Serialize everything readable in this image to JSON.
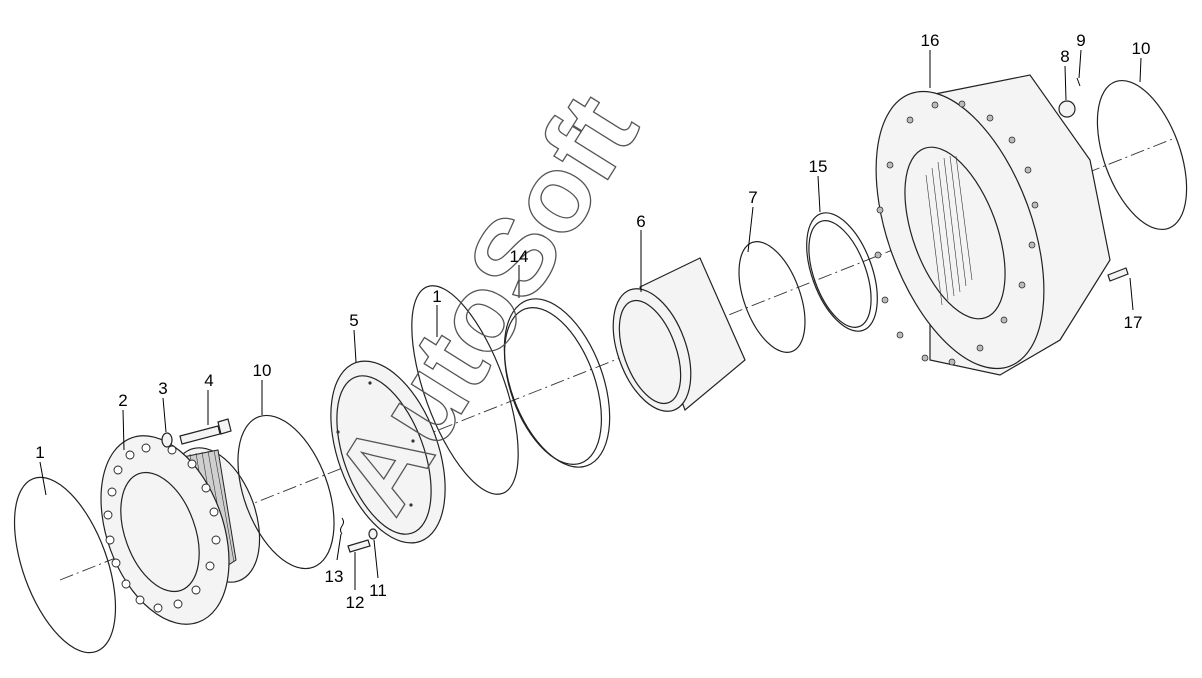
{
  "watermark": {
    "text": "AutoSoft"
  },
  "callouts": {
    "c1a": "1",
    "c2": "2",
    "c3": "3",
    "c4": "4",
    "c10a": "10",
    "c5": "5",
    "c13": "13",
    "c12": "12",
    "c11": "11",
    "c1b": "1",
    "c14": "14",
    "c6": "6",
    "c7": "7",
    "c15": "15",
    "c16": "16",
    "c8": "8",
    "c9": "9",
    "c10b": "10",
    "c17": "17"
  }
}
